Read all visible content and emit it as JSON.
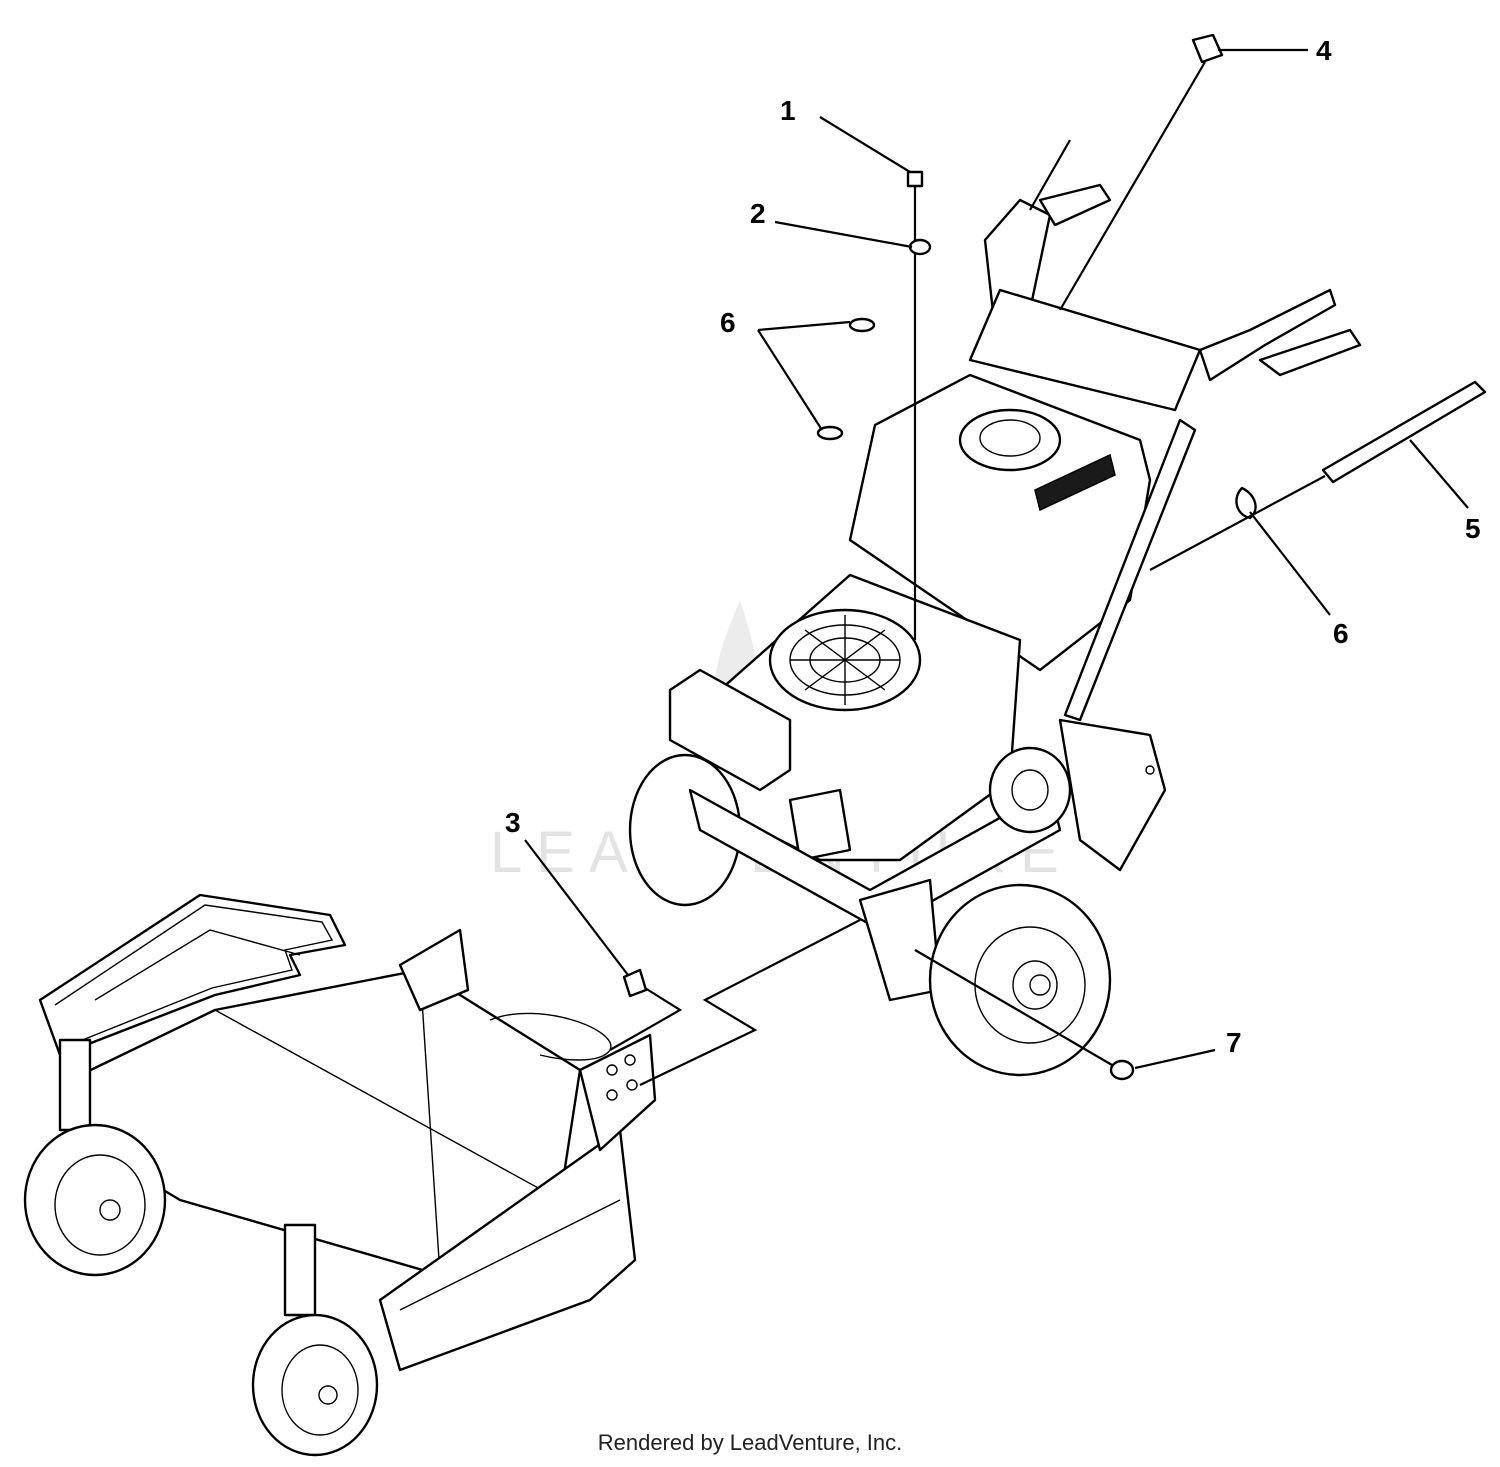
{
  "callouts": {
    "c1": "1",
    "c2": "2",
    "c3": "3",
    "c4": "4",
    "c5": "5",
    "c6a": "6",
    "c6b": "6",
    "c7": "7"
  },
  "watermark_text": "LEADVENTURE",
  "footer": "Rendered by LeadVenture, Inc."
}
